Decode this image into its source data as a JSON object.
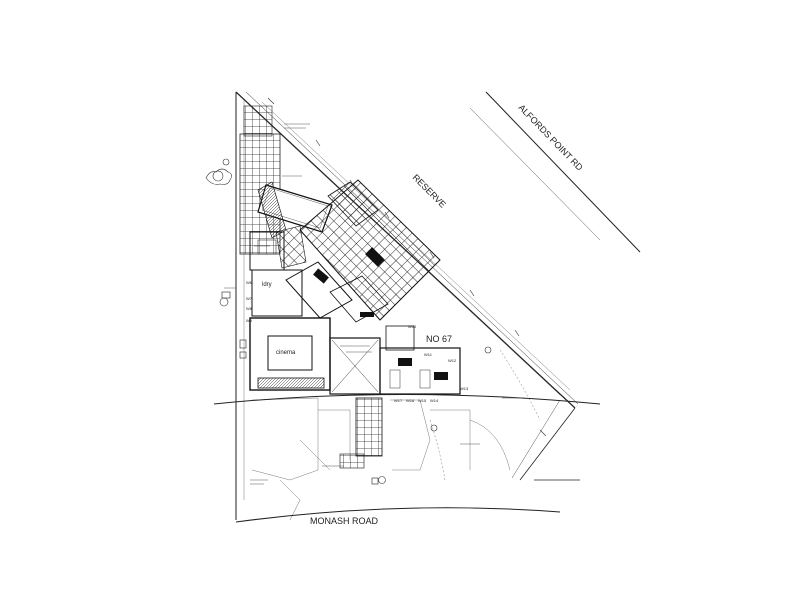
{
  "labels": {
    "alfords_point_rd": "ALFORDS POINT RD",
    "reserve": "RESERVE",
    "no67": "NO 67",
    "monash_road": "MONASH ROAD",
    "cinema": "cinema",
    "utility": "ldry"
  },
  "window_tags": {
    "w10": "W10",
    "w11": "W11",
    "w12": "W12",
    "w13": "W13",
    "w17": "W17",
    "w16": "W16",
    "w15": "W15",
    "w14": "W14",
    "w6": "W6",
    "w7": "W7",
    "w8": "W8",
    "w9": "W9"
  }
}
